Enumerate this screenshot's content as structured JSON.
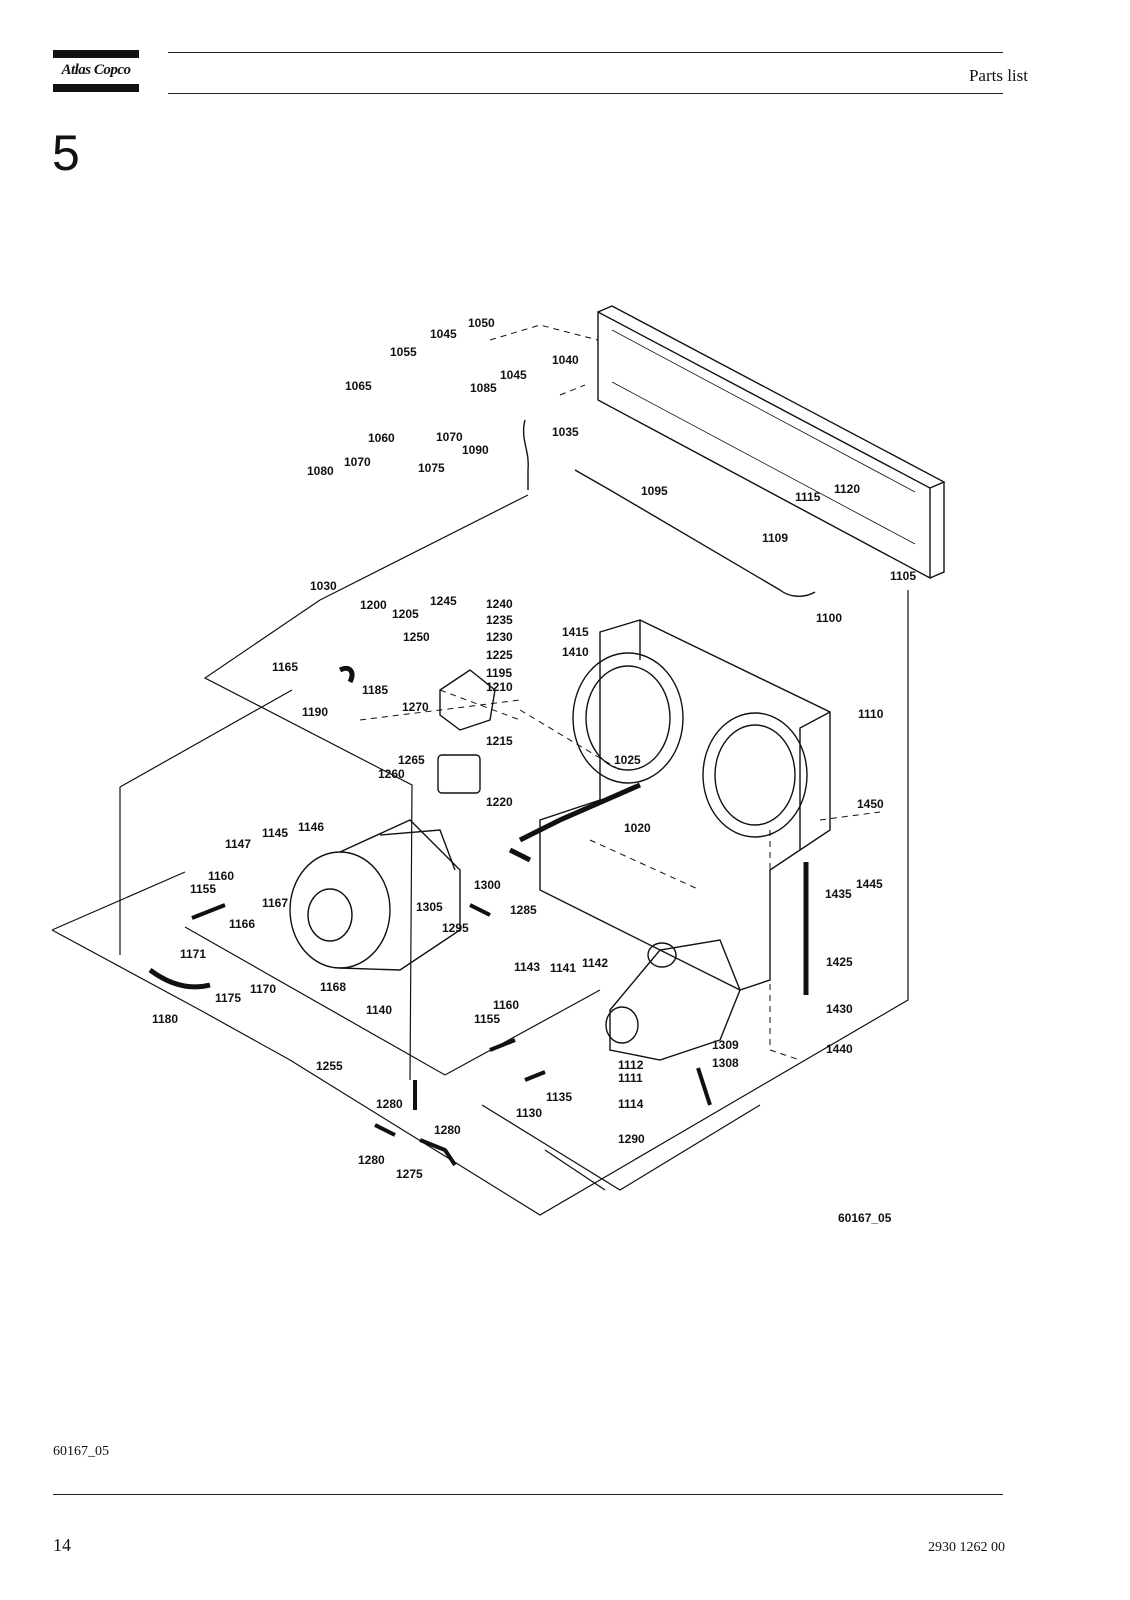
{
  "header": {
    "brand": "Atlas Copco",
    "section_title": "Parts list"
  },
  "chapter_number": "5",
  "drawing": {
    "drawing_code": "60167_05",
    "part_labels": [
      "1020",
      "1025",
      "1030",
      "1035",
      "1040",
      "1045",
      "1045",
      "1050",
      "1055",
      "1060",
      "1065",
      "1070",
      "1070",
      "1075",
      "1080",
      "1085",
      "1090",
      "1095",
      "1100",
      "1105",
      "1109",
      "1110",
      "1111",
      "1112",
      "1114",
      "1115",
      "1120",
      "1130",
      "1135",
      "1140",
      "1141",
      "1142",
      "1143",
      "1145",
      "1146",
      "1147",
      "1155",
      "1155",
      "1160",
      "1160",
      "1165",
      "1166",
      "1167",
      "1168",
      "1170",
      "1171",
      "1175",
      "1180",
      "1185",
      "1190",
      "1195",
      "1200",
      "1205",
      "1210",
      "1215",
      "1220",
      "1225",
      "1230",
      "1235",
      "1240",
      "1245",
      "1250",
      "1255",
      "1260",
      "1265",
      "1270",
      "1275",
      "1280",
      "1280",
      "1280",
      "1285",
      "1290",
      "1295",
      "1300",
      "1305",
      "1308",
      "1309",
      "1410",
      "1415",
      "1425",
      "1430",
      "1435",
      "1440",
      "1445",
      "1450"
    ]
  },
  "footer": {
    "figure_ref": "60167_05",
    "page_number": "14",
    "document_number": "2930 1262 00"
  }
}
